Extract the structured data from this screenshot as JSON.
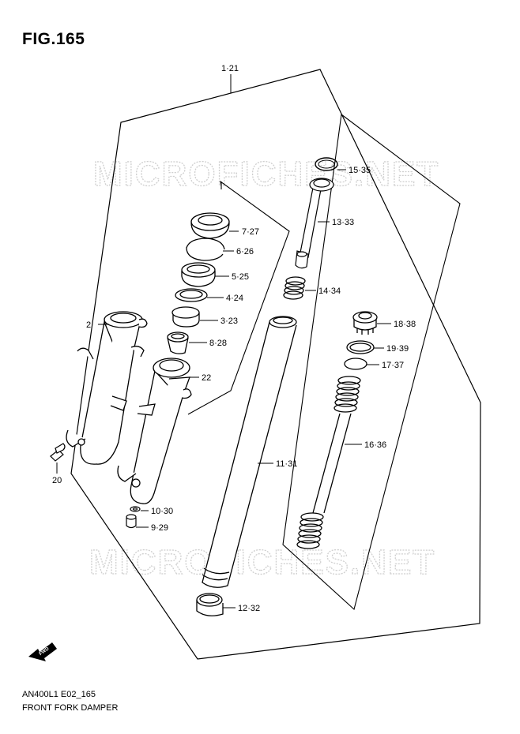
{
  "figure": {
    "title": "FIG.165",
    "model_code": "AN400L1 E02_165",
    "name": "FRONT FORK DAMPER"
  },
  "watermark": "MICROFICHES.NET",
  "callouts": [
    {
      "id": "a",
      "text": "1·21"
    },
    {
      "id": "b",
      "text": "2"
    },
    {
      "id": "c",
      "text": "3·23"
    },
    {
      "id": "d",
      "text": "4·24"
    },
    {
      "id": "e",
      "text": "5·25"
    },
    {
      "id": "f",
      "text": "6·26"
    },
    {
      "id": "g",
      "text": "7·27"
    },
    {
      "id": "h",
      "text": "8·28"
    },
    {
      "id": "i",
      "text": "9·29"
    },
    {
      "id": "j",
      "text": "10·30"
    },
    {
      "id": "k",
      "text": "11·31"
    },
    {
      "id": "l",
      "text": "12·32"
    },
    {
      "id": "m",
      "text": "13·33"
    },
    {
      "id": "n",
      "text": "14·34"
    },
    {
      "id": "o",
      "text": "15·35"
    },
    {
      "id": "p",
      "text": "16·36"
    },
    {
      "id": "q",
      "text": "17·37"
    },
    {
      "id": "r",
      "text": "18·38"
    },
    {
      "id": "s",
      "text": "19·39"
    },
    {
      "id": "t",
      "text": "20"
    },
    {
      "id": "u",
      "text": "22"
    }
  ],
  "fwd_label": "FWD"
}
